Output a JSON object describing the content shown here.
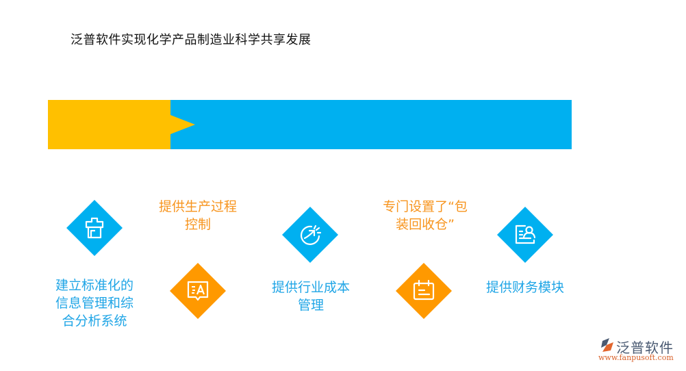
{
  "header": {
    "title": "泛普软件实现化学产品制造业科学共享发展"
  },
  "banner": {
    "left_color": "#FFC000",
    "right_color": "#00B0F0"
  },
  "colors": {
    "blue": "#00B0F0",
    "orange": "#FF9900",
    "blue_text": "#1FA5E6",
    "orange_text": "#F7941D"
  },
  "items": [
    {
      "label": "建立标准化的\n信息管理和综\n合分析系统",
      "lines": [
        "建立标准化的",
        "信息管理和综",
        "合分析系统"
      ],
      "icon": "briefcase-icon",
      "color": "blue"
    },
    {
      "label": "提供生产过程\n控制",
      "lines": [
        "提供生产过程",
        "控制"
      ],
      "icon": "translate-chat-icon",
      "color": "orange"
    },
    {
      "label": "提供行业成本\n管理",
      "lines": [
        "提供行业成本",
        "管理"
      ],
      "icon": "growth-arrow-circle-icon",
      "color": "blue"
    },
    {
      "label": "专门设置了“包\n装回收仓”",
      "lines": [
        "专门设置了“包",
        "装回收仓”"
      ],
      "icon": "calendar-icon",
      "color": "orange"
    },
    {
      "label": "提供财务模块",
      "lines": [
        "提供财务模块"
      ],
      "icon": "user-card-icon",
      "color": "blue"
    }
  ],
  "logo": {
    "name": "泛普软件",
    "url": "www.fanpusoft.com"
  }
}
